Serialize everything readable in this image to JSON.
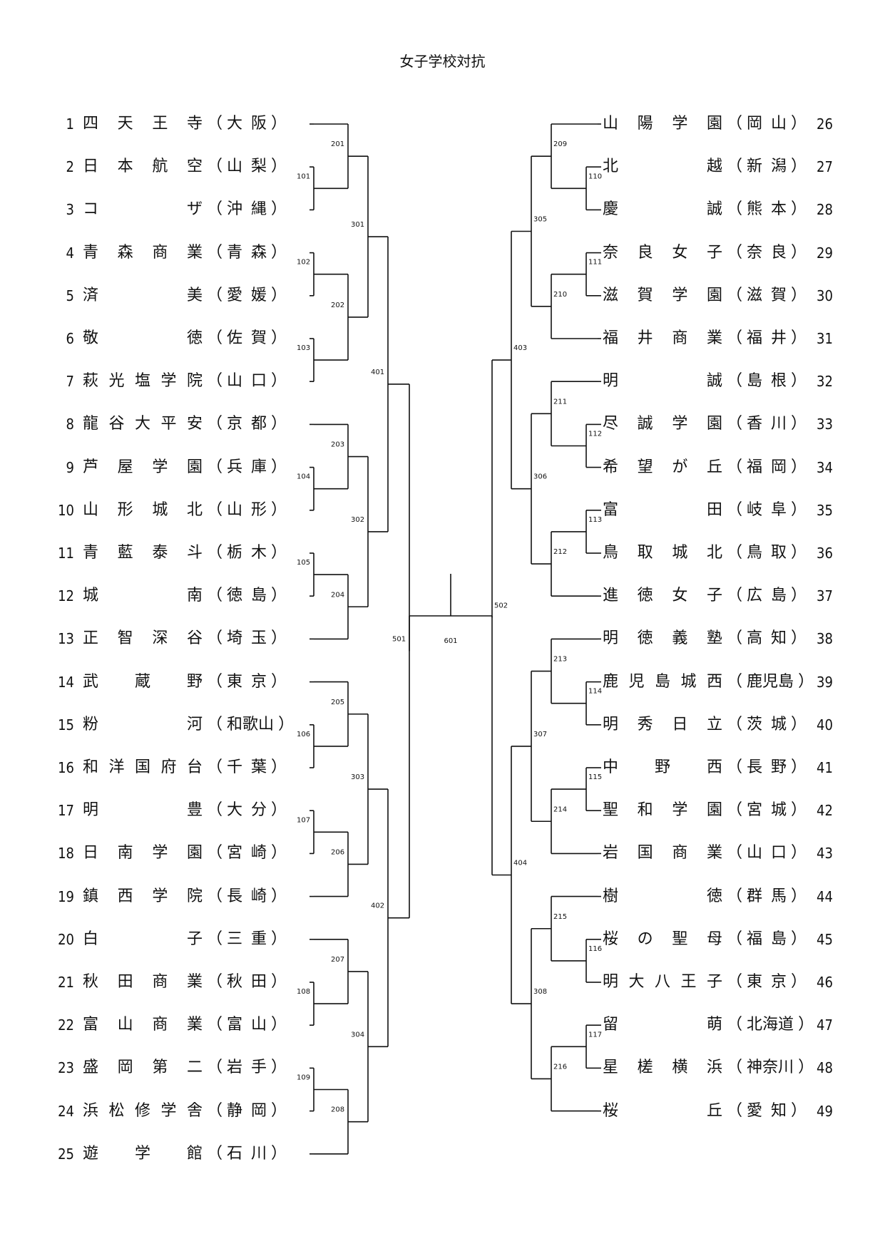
{
  "title": "女子学校対抗",
  "left_teams": [
    {
      "seed": "1",
      "name": "四天王寺",
      "pref": "大阪"
    },
    {
      "seed": "2",
      "name": "日本航空",
      "pref": "山梨"
    },
    {
      "seed": "3",
      "name": "コ　　ザ",
      "pref": "沖縄"
    },
    {
      "seed": "4",
      "name": "青森商業",
      "pref": "青森"
    },
    {
      "seed": "5",
      "name": "済　　美",
      "pref": "愛媛"
    },
    {
      "seed": "6",
      "name": "敬　　徳",
      "pref": "佐賀"
    },
    {
      "seed": "7",
      "name": "萩光塩学院",
      "pref": "山口"
    },
    {
      "seed": "8",
      "name": "龍谷大平安",
      "pref": "京都"
    },
    {
      "seed": "9",
      "name": "芦屋学園",
      "pref": "兵庫"
    },
    {
      "seed": "10",
      "name": "山形城北",
      "pref": "山形"
    },
    {
      "seed": "11",
      "name": "青藍泰斗",
      "pref": "栃木"
    },
    {
      "seed": "12",
      "name": "城　　南",
      "pref": "徳島"
    },
    {
      "seed": "13",
      "name": "正智深谷",
      "pref": "埼玉"
    },
    {
      "seed": "14",
      "name": "武　蔵　野",
      "pref": "東京"
    },
    {
      "seed": "15",
      "name": "粉　　河",
      "pref": "和歌山"
    },
    {
      "seed": "16",
      "name": "和洋国府台",
      "pref": "千葉"
    },
    {
      "seed": "17",
      "name": "明　　豊",
      "pref": "大分"
    },
    {
      "seed": "18",
      "name": "日南学園",
      "pref": "宮崎"
    },
    {
      "seed": "19",
      "name": "鎮西学院",
      "pref": "長崎"
    },
    {
      "seed": "20",
      "name": "白　　子",
      "pref": "三重"
    },
    {
      "seed": "21",
      "name": "秋田商業",
      "pref": "秋田"
    },
    {
      "seed": "22",
      "name": "富山商業",
      "pref": "富山"
    },
    {
      "seed": "23",
      "name": "盛岡第二",
      "pref": "岩手"
    },
    {
      "seed": "24",
      "name": "浜松修学舎",
      "pref": "静岡"
    },
    {
      "seed": "25",
      "name": "遊　学　館",
      "pref": "石川"
    }
  ],
  "right_teams": [
    {
      "seed": "26",
      "name": "山陽学園",
      "pref": "岡山"
    },
    {
      "seed": "27",
      "name": "北　　越",
      "pref": "新潟"
    },
    {
      "seed": "28",
      "name": "慶　　誠",
      "pref": "熊本"
    },
    {
      "seed": "29",
      "name": "奈良女子",
      "pref": "奈良"
    },
    {
      "seed": "30",
      "name": "滋賀学園",
      "pref": "滋賀"
    },
    {
      "seed": "31",
      "name": "福井商業",
      "pref": "福井"
    },
    {
      "seed": "32",
      "name": "明　　誠",
      "pref": "島根"
    },
    {
      "seed": "33",
      "name": "尽誠学園",
      "pref": "香川"
    },
    {
      "seed": "34",
      "name": "希望が丘",
      "pref": "福岡"
    },
    {
      "seed": "35",
      "name": "富　　田",
      "pref": "岐阜"
    },
    {
      "seed": "36",
      "name": "鳥取城北",
      "pref": "鳥取"
    },
    {
      "seed": "37",
      "name": "進徳女子",
      "pref": "広島"
    },
    {
      "seed": "38",
      "name": "明徳義塾",
      "pref": "高知"
    },
    {
      "seed": "39",
      "name": "鹿児島城西",
      "pref": "鹿児島"
    },
    {
      "seed": "40",
      "name": "明秀日立",
      "pref": "茨城"
    },
    {
      "seed": "41",
      "name": "中　野　西",
      "pref": "長野"
    },
    {
      "seed": "42",
      "name": "聖和学園",
      "pref": "宮城"
    },
    {
      "seed": "43",
      "name": "岩国商業",
      "pref": "山口"
    },
    {
      "seed": "44",
      "name": "樹　　徳",
      "pref": "群馬"
    },
    {
      "seed": "45",
      "name": "桜の聖母",
      "pref": "福島"
    },
    {
      "seed": "46",
      "name": "明大八王子",
      "pref": "東京"
    },
    {
      "seed": "47",
      "name": "留　　萌",
      "pref": "北海道"
    },
    {
      "seed": "48",
      "name": "星槎横浜",
      "pref": "神奈川"
    },
    {
      "seed": "49",
      "name": "桜　　丘",
      "pref": "愛知"
    }
  ],
  "match_numbers": {
    "left": {
      "r1": [
        "101",
        "102",
        "103",
        "104",
        "105",
        "106",
        "107",
        "108",
        "109"
      ],
      "r2": [
        "201",
        "202",
        "203",
        "204",
        "205",
        "206",
        "207",
        "208"
      ],
      "r3": [
        "301",
        "302",
        "303",
        "304"
      ],
      "r4": [
        "401",
        "402"
      ],
      "r5": [
        "501"
      ]
    },
    "right": {
      "r1": [
        "110",
        "111",
        "112",
        "113",
        "114",
        "115",
        "116",
        "117"
      ],
      "r2": [
        "209",
        "210",
        "211",
        "212",
        "213",
        "214",
        "215",
        "216"
      ],
      "r3": [
        "305",
        "306",
        "307",
        "308"
      ],
      "r4": [
        "403",
        "404"
      ],
      "r5": [
        "502"
      ]
    },
    "final": "601"
  }
}
